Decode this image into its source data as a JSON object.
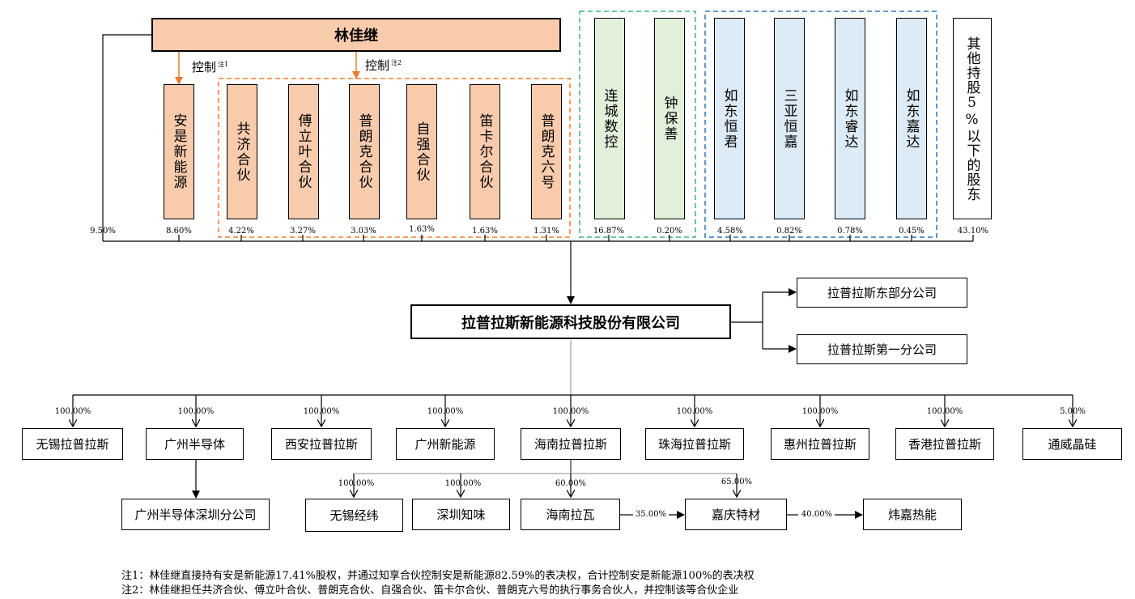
{
  "top_controller": "林佳继",
  "control_labels": [
    {
      "text": "控制",
      "note": "注1"
    },
    {
      "text": "控制",
      "note": "注2"
    }
  ],
  "shareholders": [
    {
      "name": "安是新能源",
      "pct": "8.60%"
    },
    {
      "name": "共济合伙",
      "pct": "4.22%"
    },
    {
      "name": "傅立叶合伙",
      "pct": "3.27%"
    },
    {
      "name": "普朗克合伙",
      "pct": "3.03%"
    },
    {
      "name": "自强合伙",
      "pct": "1.63%"
    },
    {
      "name": "笛卡尔合伙",
      "pct": "1.63%"
    },
    {
      "name": "普朗克六号",
      "pct": "1.31%"
    },
    {
      "name": "连城数控",
      "pct": "16.87%"
    },
    {
      "name": "钟保善",
      "pct": "0.20%"
    },
    {
      "name": "如东恒君",
      "pct": "4.58%"
    },
    {
      "name": "三亚恒嘉",
      "pct": "0.82%"
    },
    {
      "name": "如东睿达",
      "pct": "0.78%"
    },
    {
      "name": "如东嘉达",
      "pct": "0.45%"
    },
    {
      "name": "其他持股5%以下的股东",
      "pct": "43.10%"
    }
  ],
  "direct_pct": "9.50%",
  "company": "拉普拉斯新能源科技股份有限公司",
  "branches": [
    "拉普拉斯东部分公司",
    "拉普拉斯第一分公司"
  ],
  "subsidiaries": [
    {
      "name": "无锡拉普拉斯",
      "pct": "100.00%"
    },
    {
      "name": "广州半导体",
      "pct": "100.00%"
    },
    {
      "name": "西安拉普拉斯",
      "pct": "100.00%"
    },
    {
      "name": "广州新能源",
      "pct": "100.00%"
    },
    {
      "name": "海南拉普拉斯",
      "pct": "100.00%"
    },
    {
      "name": "珠海拉普拉斯",
      "pct": "100.00%"
    },
    {
      "name": "惠州拉普拉斯",
      "pct": "100.00%"
    },
    {
      "name": "香港拉普拉斯",
      "pct": "100.00%"
    },
    {
      "name": "通威晶硅",
      "pct": "5.00%"
    }
  ],
  "gz_branch": "广州半导体深圳分公司",
  "hainan_subs": [
    {
      "name": "无锡经纬",
      "pct": "100.00%"
    },
    {
      "name": "深圳知味",
      "pct": "100.00%"
    },
    {
      "name": "海南拉瓦",
      "pct": "60.00%"
    },
    {
      "name": "嘉庆特材",
      "pct": "65.00%"
    }
  ],
  "lawa_to_jiaqing_pct": "35.00%",
  "jiaqing_to_weijia_pct": "40.00%",
  "weijia": "炜嘉热能",
  "notes": [
    "注1：林佳继直接持有安是新能源17.41%股权，并通过知享合伙控制安是新能源82.59%的表决权，合计控制安是新能源100%的表决权",
    "注2：林佳继担任共济合伙、傅立叶合伙、普朗克合伙、自强合伙、笛卡尔合伙、普朗克六号的执行事务合伙人，并控制该等合伙企业"
  ],
  "colors": {
    "orange": "#f8cbad",
    "green": "#e2efda",
    "blue": "#ddebf7",
    "orange_line": "#ed7d31",
    "green_line": "#3cb371",
    "blue_line": "#2e75b6"
  }
}
